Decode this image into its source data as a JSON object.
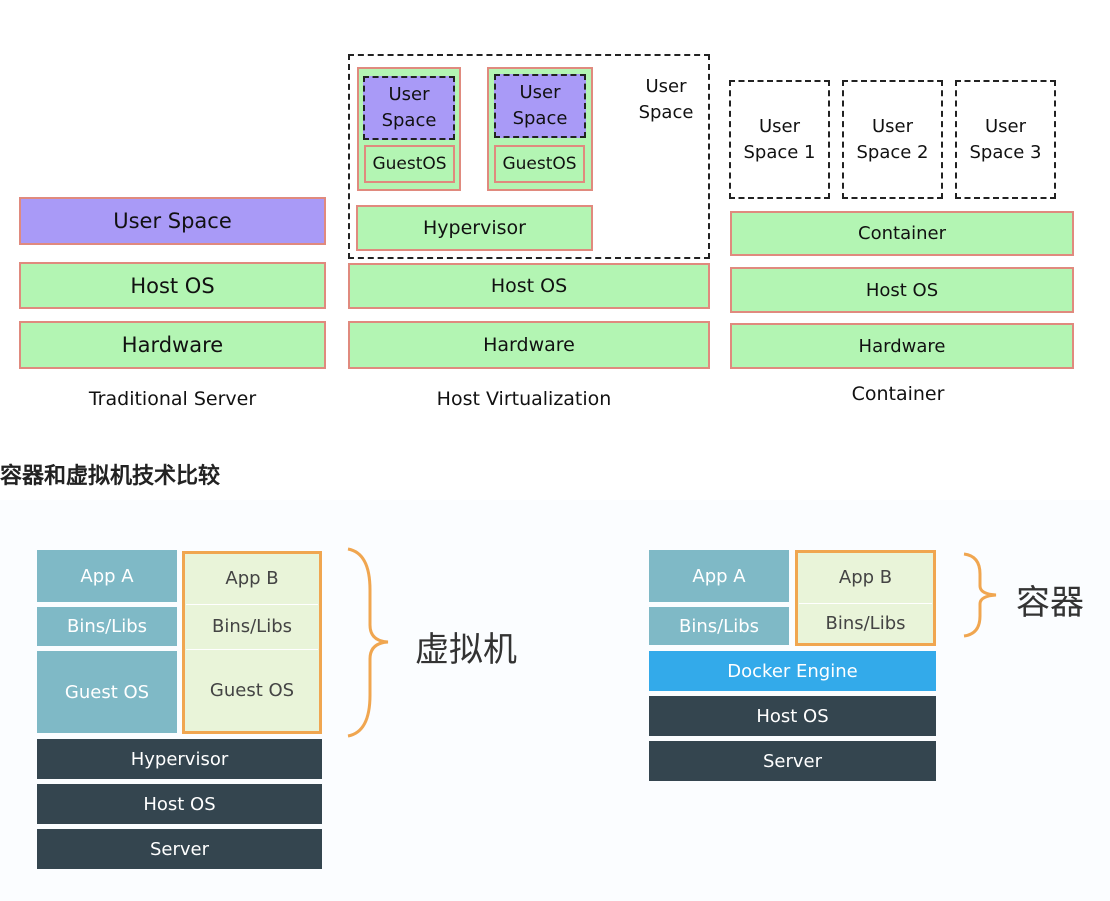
{
  "top": {
    "traditional": {
      "user_space": "User Space",
      "host_os": "Host OS",
      "hardware": "Hardware",
      "caption": "Traditional Server"
    },
    "virtualization": {
      "vm1_user_l1": "User",
      "vm1_user_l2": "Space",
      "vm1_guest": "GuestOS",
      "vm2_user_l1": "User",
      "vm2_user_l2": "Space",
      "vm2_guest": "GuestOS",
      "user_space_l1": "User",
      "user_space_l2": "Space",
      "hypervisor": "Hypervisor",
      "host_os": "Host OS",
      "hardware": "Hardware",
      "caption": "Host Virtualization"
    },
    "container": {
      "us1_l1": "User",
      "us1_l2": "Space 1",
      "us2_l1": "User",
      "us2_l2": "Space 2",
      "us3_l1": "User",
      "us3_l2": "Space 3",
      "container": "Container",
      "host_os": "Host OS",
      "hardware": "Hardware",
      "caption": "Container"
    }
  },
  "section_heading": "容器和虚拟机技术比较",
  "bottom": {
    "vm": {
      "app_a": "App A",
      "bins_a": "Bins/Libs",
      "guest_a": "Guest OS",
      "app_b": "App B",
      "bins_b": "Bins/Libs",
      "guest_b": "Guest OS",
      "hypervisor": "Hypervisor",
      "host_os": "Host OS",
      "server": "Server",
      "brace_label": "虚拟机"
    },
    "docker": {
      "app_a": "App A",
      "bins_a": "Bins/Libs",
      "app_b": "App B",
      "bins_b": "Bins/Libs",
      "engine": "Docker Engine",
      "host_os": "Host OS",
      "server": "Server",
      "brace_label": "容器"
    }
  },
  "colors": {
    "green_block": "#b3f5b3",
    "purple_block": "#a99af7",
    "salmon_border": "#e08a7e",
    "teal_block": "#7fb9c6",
    "dark_block": "#34454f",
    "docker_blue": "#33aaea",
    "orange_highlight": "#f0a650"
  }
}
